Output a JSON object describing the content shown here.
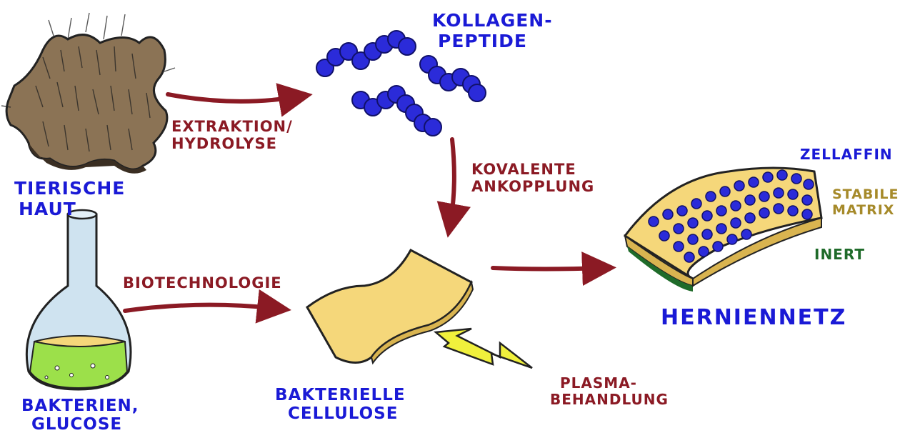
{
  "labels": {
    "skin": [
      "TIERISCHE",
      "HAUT"
    ],
    "peptides": [
      "KOLLAGEN-",
      "PEPTIDE"
    ],
    "extraction": [
      "EXTRAKTION/",
      "HYDROLYSE"
    ],
    "coupling": [
      "KOVALENTE",
      "ANKOPPLUNG"
    ],
    "biotech": "BIOTECHNOLOGIE",
    "bacteria": [
      "BAKTERIEN,",
      "GLUCOSE"
    ],
    "cellulose": [
      "BAKTERIELLE",
      "CELLULOSE"
    ],
    "plasma": [
      "PLASMA-",
      "BEHANDLUNG"
    ],
    "mesh": "HERNIENNETZ",
    "props": [
      "ZELLAFFIN",
      "STABILE",
      "MATRIX",
      "INERT"
    ]
  },
  "colors": {
    "blue_text": "#1a1ad6",
    "arrow_red": "#8b1a24",
    "skin_brown": "#8b7355",
    "peptide_blue": "#2b2bd9",
    "cellulose_yellow": "#f5d77a",
    "lightning_yellow": "#f0f03c",
    "flask_green": "#9ce04a",
    "flask_glass": "#cfe3f0",
    "matrix_gold": "#a68a2a",
    "inert_green": "#1f6b2a"
  }
}
